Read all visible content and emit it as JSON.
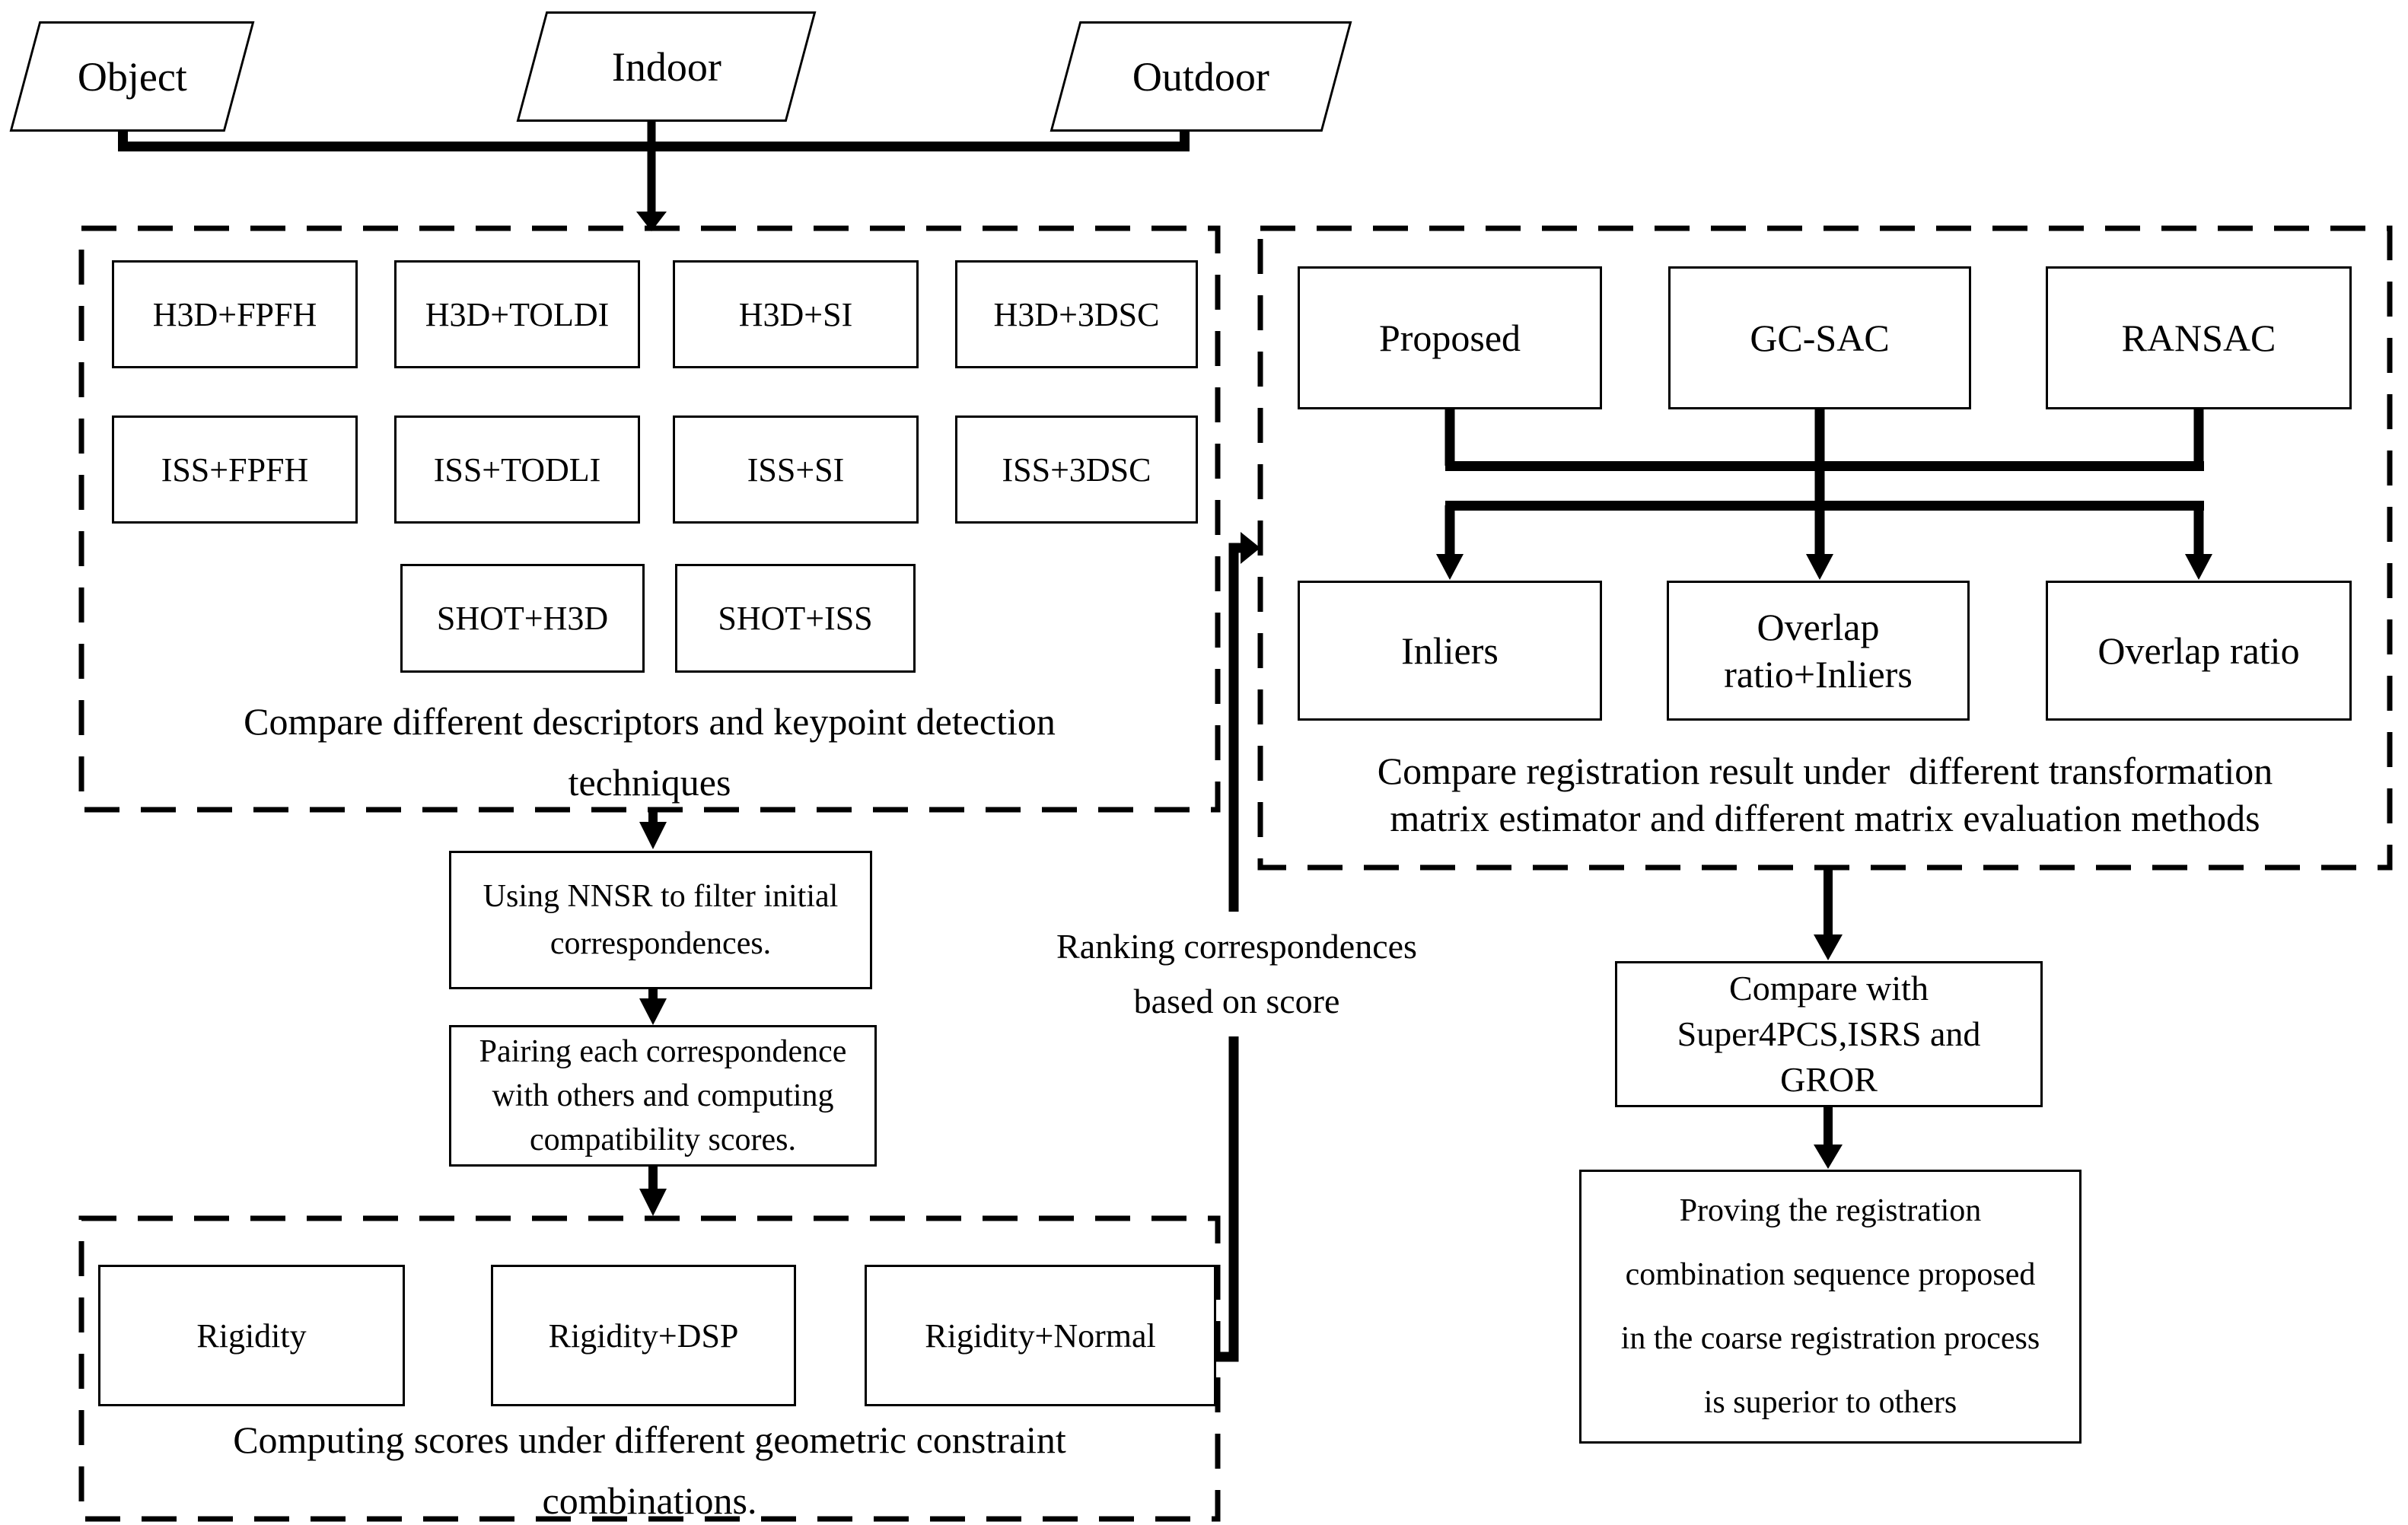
{
  "diagram": {
    "colors": {
      "ink": "#000000",
      "background": "#ffffff"
    },
    "inputs": {
      "object": "Object",
      "indoor": "Indoor",
      "outdoor": "Outdoor"
    },
    "descriptor_section": {
      "boxes": [
        "H3D+FPFH",
        "H3D+TOLDI",
        "H3D+SI",
        "H3D+3DSC",
        "ISS+FPFH",
        "ISS+TODLI",
        "ISS+SI",
        "ISS+3DSC",
        "SHOT+H3D",
        "SHOT+ISS"
      ],
      "caption_lines": [
        "Compare different descriptors and keypoint detection",
        "techniques"
      ]
    },
    "nnsr_box": {
      "lines": [
        "Using NNSR to filter initial",
        "correspondences."
      ]
    },
    "pairing_box": {
      "lines": [
        "Pairing each correspondence",
        "with others and computing",
        "compatibility scores."
      ]
    },
    "geometric_section": {
      "boxes": [
        "Rigidity",
        "Rigidity+DSP",
        "Rigidity+Normal"
      ],
      "caption_lines": [
        "Computing scores under different geometric constraint",
        "combinations."
      ]
    },
    "ranking_note": {
      "lines": [
        "Ranking correspondences",
        "based on score"
      ]
    },
    "registration_section": {
      "estimators": [
        "Proposed",
        "GC-SAC",
        "RANSAC"
      ],
      "evaluations": {
        "inliers": [
          "Inliers"
        ],
        "overlap_inliers": [
          "Overlap",
          "ratio+Inliers"
        ],
        "overlap_ratio": [
          "Overlap ratio"
        ]
      },
      "caption_lines": [
        "Compare registration result under  different transformation",
        "matrix estimator and different matrix evaluation methods"
      ]
    },
    "compare_box": {
      "lines": [
        "Compare with",
        "Super4PCS,ISRS and",
        "GROR"
      ]
    },
    "proving_box": {
      "lines": [
        "Proving the registration",
        "combination sequence proposed",
        "in the coarse registration process",
        "is superior to others"
      ]
    }
  }
}
